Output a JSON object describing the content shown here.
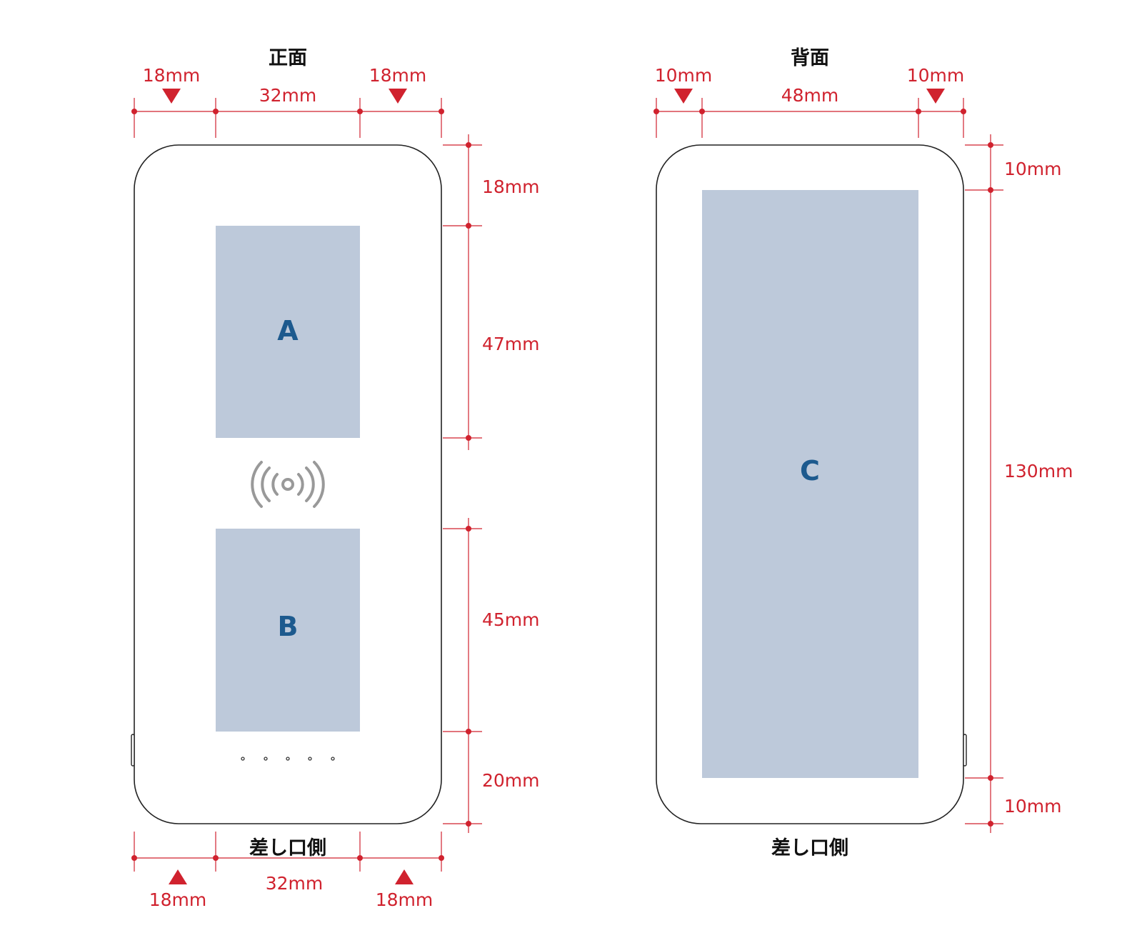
{
  "front": {
    "title": "正面",
    "bottom_label": "差し口側",
    "top_dims": {
      "left": "18mm",
      "center": "32mm",
      "right": "18mm"
    },
    "bottom_dims": {
      "left": "18mm",
      "center": "32mm",
      "right": "18mm"
    },
    "right_dims": [
      "18mm",
      "47mm",
      "45mm",
      "20mm"
    ],
    "zones": [
      "A",
      "B"
    ],
    "icons": [
      "wireless-charging-icon",
      "led-indicator-icon"
    ]
  },
  "back": {
    "title": "背面",
    "bottom_label": "差し口側",
    "top_dims": {
      "left": "10mm",
      "center": "48mm",
      "right": "10mm"
    },
    "right_dims": [
      "10mm",
      "130mm",
      "10mm"
    ],
    "zones": [
      "C"
    ]
  },
  "colors": {
    "dimension": "#d0222e",
    "print_area": "#bdc9da",
    "zone_label": "#1d5a8e",
    "outline": "#222222",
    "icon": "#999999"
  }
}
